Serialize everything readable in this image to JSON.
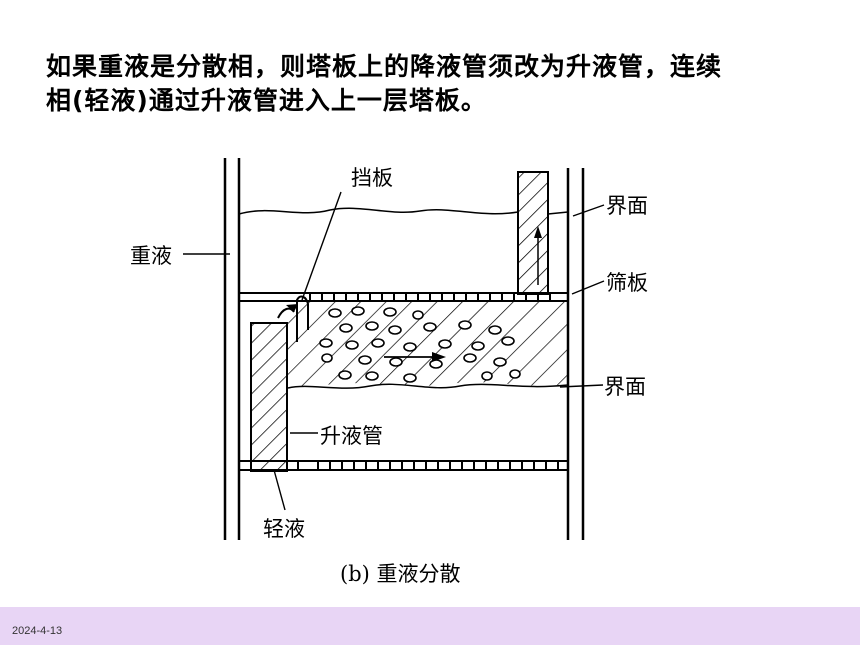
{
  "slide": {
    "line1": "如果重液是分散相，则塔板上的降液管须改为升液管，连续",
    "line2": "相(轻液)通过升液管进入上一层塔板。"
  },
  "diagram": {
    "labels": {
      "baffle": "挡板",
      "heavy_liquid": "重液",
      "interface_top": "界面",
      "sieve_plate": "筛板",
      "interface_bottom": "界面",
      "riser": "升液管",
      "light_liquid": "轻液"
    },
    "caption": "(b) 重液分散"
  },
  "footer": {
    "date": "2024-4-13",
    "background": "#e8d5f5"
  }
}
